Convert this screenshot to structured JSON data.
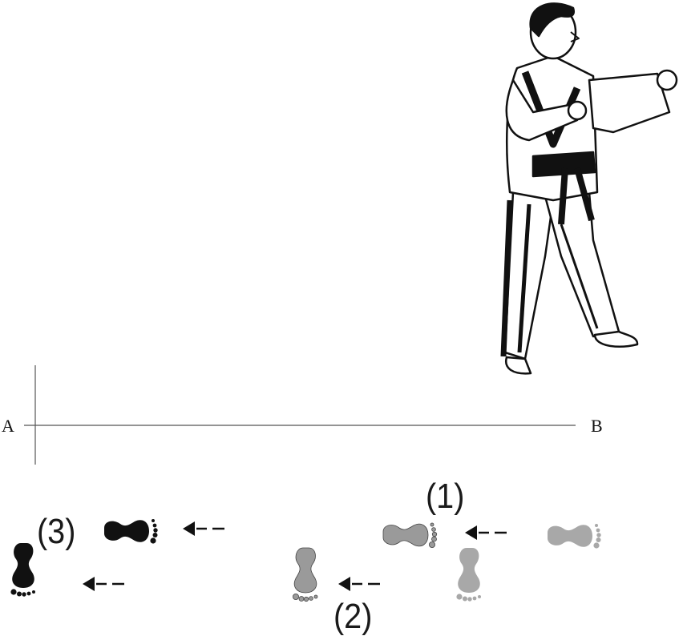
{
  "points": {
    "start": "A",
    "end": "B"
  },
  "steps": [
    {
      "label": "(1)"
    },
    {
      "label": "(2)"
    },
    {
      "label": "(3)"
    }
  ],
  "colors": {
    "final_foot": "#111111",
    "step_foot": "#9a9a9a",
    "start_foot": "#a8a8a8",
    "arrow": "#111111",
    "line": "#555555"
  }
}
